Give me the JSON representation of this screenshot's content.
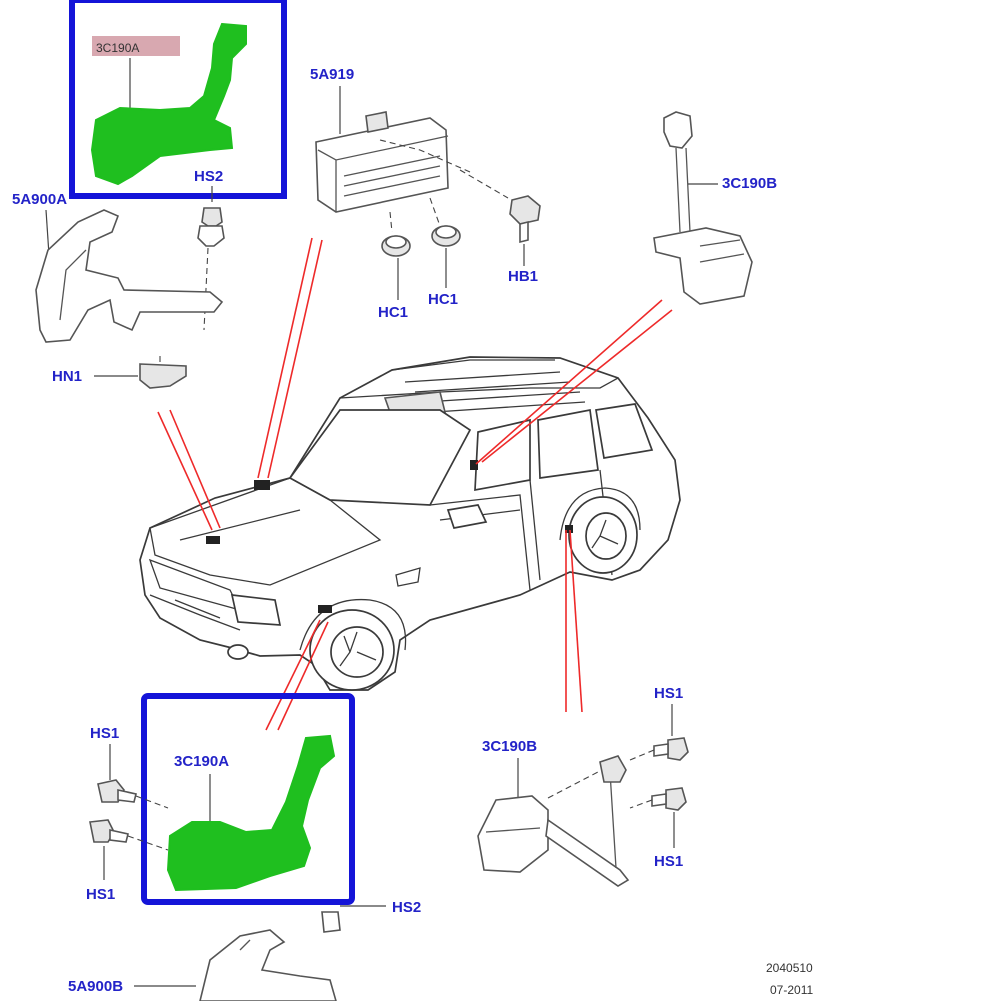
{
  "colors": {
    "label": "#2323c8",
    "highlight_frame": "#1414d8",
    "highlight_part": "#1fbf1f",
    "leader_red": "#ee2a2a",
    "label_tag_bg": "#d8a8b0"
  },
  "labels": {
    "top_sensor": "3C190A",
    "top_hs2": "HS2",
    "left_bracket": "5A900A",
    "left_hn1": "HN1",
    "module": "5A919",
    "hc1_a": "HC1",
    "hc1_b": "HC1",
    "hb1": "HB1",
    "rear_top_sensor": "3C190B",
    "bottom_left_hs1_a": "HS1",
    "bottom_left_hs1_b": "HS1",
    "bottom_sensor": "3C190A",
    "bottom_hs2": "HS2",
    "bottom_bracket": "5A900B",
    "rear_bottom_sensor": "3C190B",
    "rear_hs1_a": "HS1",
    "rear_hs1_b": "HS1"
  },
  "footer": {
    "ref_code": "2040510",
    "date_code": "07-2011"
  },
  "highlights": [
    "3C190A (front upper view)",
    "3C190A (front lower view)"
  ]
}
